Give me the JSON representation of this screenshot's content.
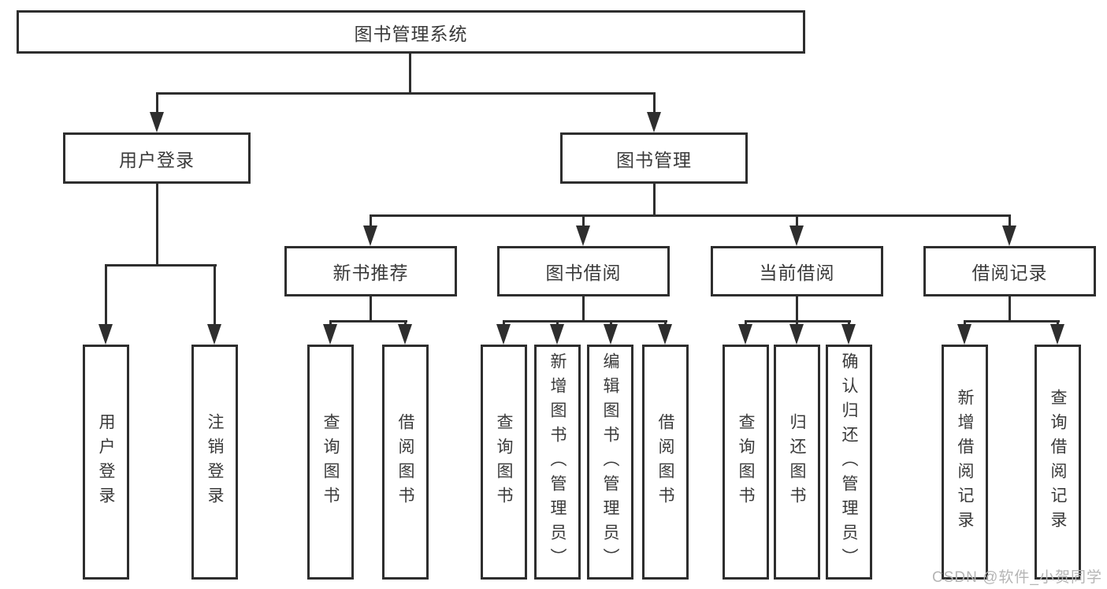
{
  "diagram": {
    "type": "hierarchy",
    "colors": {
      "line": "#2e2e2e",
      "text": "#3a3a3a",
      "box_fill": "#ffffff",
      "background": "#ffffff",
      "watermark": "#b5b5b5"
    },
    "tree": {
      "label": "图书管理系统",
      "children": [
        {
          "label": "用户登录",
          "children": [
            {
              "label": "用户登录"
            },
            {
              "label": "注销登录"
            }
          ]
        },
        {
          "label": "图书管理",
          "children": [
            {
              "label": "新书推荐",
              "children": [
                {
                  "label": "查询图书"
                },
                {
                  "label": "借阅图书"
                }
              ]
            },
            {
              "label": "图书借阅",
              "children": [
                {
                  "label": "查询图书"
                },
                {
                  "label": "新增图书（管理员）"
                },
                {
                  "label": "编辑图书（管理员）"
                },
                {
                  "label": "借阅图书"
                }
              ]
            },
            {
              "label": "当前借阅",
              "children": [
                {
                  "label": "查询图书"
                },
                {
                  "label": "归还图书"
                },
                {
                  "label": "确认归还（管理员）"
                }
              ]
            },
            {
              "label": "借阅记录",
              "children": [
                {
                  "label": "新增借阅记录"
                },
                {
                  "label": "查询借阅记录"
                }
              ]
            }
          ]
        }
      ]
    },
    "watermark": {
      "text": "CSDN @软件_小贺同学"
    }
  }
}
